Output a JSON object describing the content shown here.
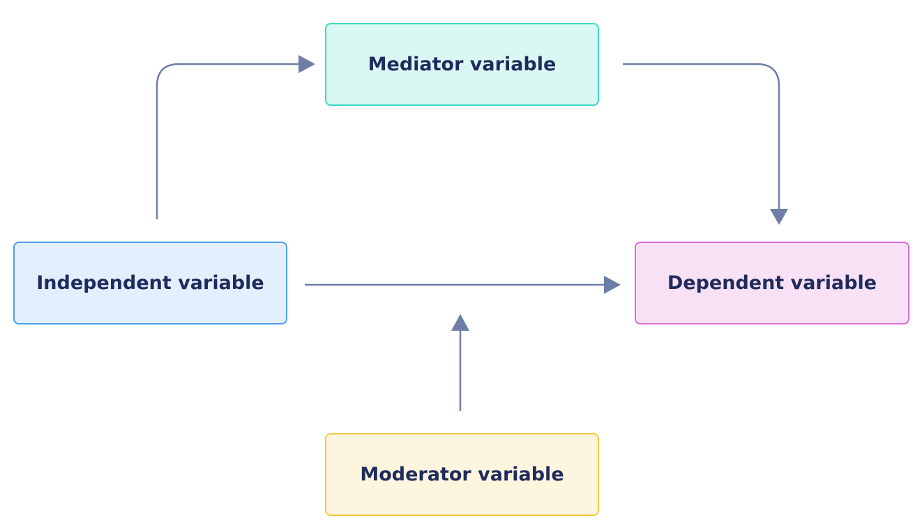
{
  "nodes": {
    "mediator": {
      "label": "Mediator variable",
      "fill": "#d9f8f4",
      "border": "#3fd8c4"
    },
    "independent": {
      "label": "Independent variable",
      "fill": "#e3effd",
      "border": "#4a9cf0"
    },
    "dependent": {
      "label": "Dependent variable",
      "fill": "#f8e1f4",
      "border": "#dd6ad6"
    },
    "moderator": {
      "label": "Moderator variable",
      "fill": "#fdf5dd",
      "border": "#f5c93f"
    }
  },
  "edges": [
    {
      "from": "independent",
      "to": "mediator"
    },
    {
      "from": "mediator",
      "to": "dependent"
    },
    {
      "from": "independent",
      "to": "dependent"
    },
    {
      "from": "moderator",
      "to": "independent-dependent-path"
    }
  ],
  "colors": {
    "arrow": "#6e7ea8",
    "text": "#1f2b5c"
  }
}
